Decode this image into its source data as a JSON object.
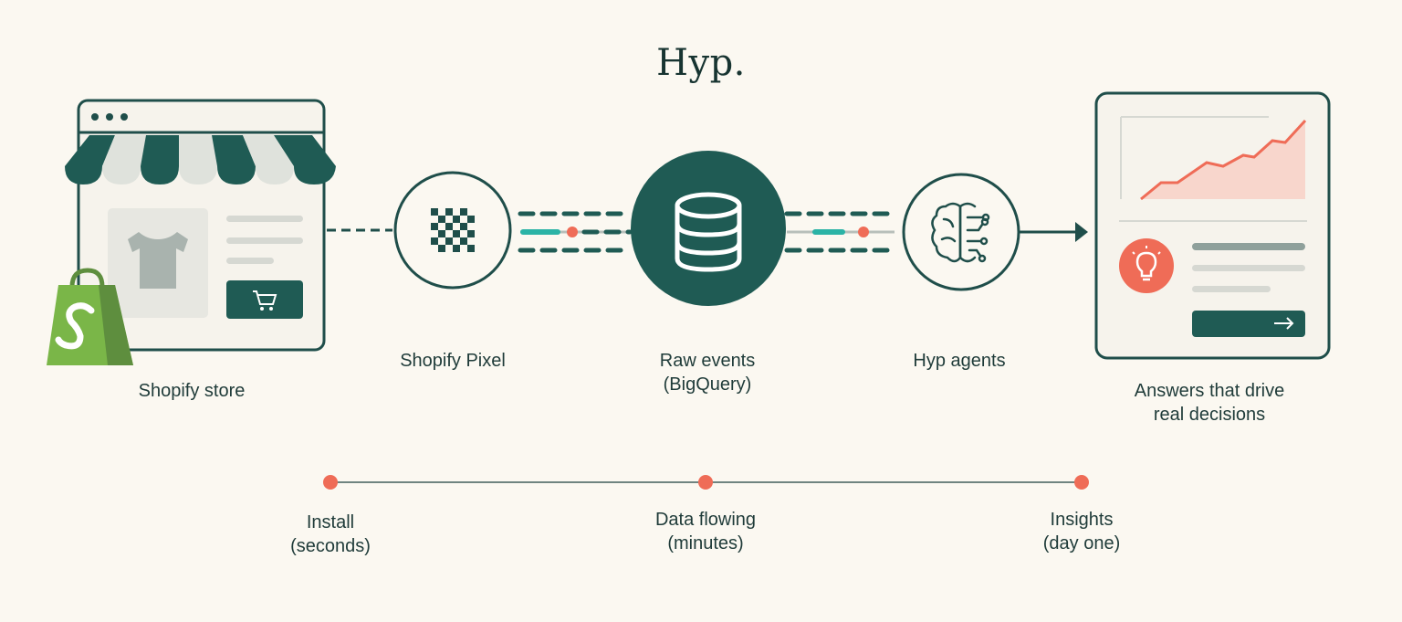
{
  "brand": {
    "title": "Hyp."
  },
  "colors": {
    "background": "#fbf8f1",
    "teal_dark": "#1f5b54",
    "teal_accent": "#2bb3a6",
    "coral": "#ef6c57",
    "coral_light": "#f8d6cc",
    "shopify_green": "#7ab648",
    "gray_light": "#d9dbd6"
  },
  "pipeline": {
    "steps": [
      {
        "id": "store",
        "label": "Shopify store",
        "icon": "storefront-icon"
      },
      {
        "id": "pixel",
        "label": "Shopify Pixel",
        "icon": "pixel-grid-icon"
      },
      {
        "id": "events",
        "label": "Raw events\n(BigQuery)",
        "icon": "database-icon"
      },
      {
        "id": "agents",
        "label": "Hyp agents",
        "icon": "brain-circuit-icon"
      },
      {
        "id": "answers",
        "label": "Answers that drive\nreal decisions",
        "icon": "dashboard-icon"
      }
    ]
  },
  "timeline": {
    "milestones": [
      {
        "label": "Install\n(seconds)"
      },
      {
        "label": "Data flowing\n(minutes)"
      },
      {
        "label": "Insights\n(day one)"
      }
    ]
  }
}
